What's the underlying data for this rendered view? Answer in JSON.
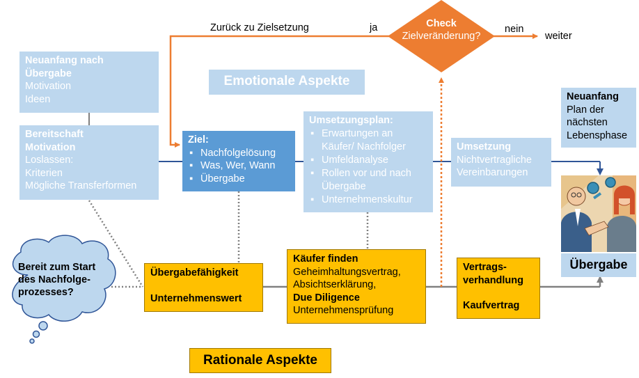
{
  "feedback": {
    "back_label": "Zurück zu Zielsetzung",
    "yes_label": "ja",
    "no_label": "nein",
    "continue_label": "weiter"
  },
  "check": {
    "title": "Check",
    "text": "Zielveränderung?"
  },
  "emotional_label": "Emotionale Aspekte",
  "rational_label": "Rationale Aspekte",
  "neuanfang_uebergabe": {
    "title": "Neuanfang nach Übergabe",
    "lines": [
      "Motivation",
      "Ideen"
    ]
  },
  "bereitschaft": {
    "title": "Bereitschaft Motivation",
    "lines": [
      "Loslassen:",
      "Kriterien",
      "Mögliche Transferformen"
    ]
  },
  "ziel": {
    "title": "Ziel:",
    "items": [
      "Nachfolgelösung",
      "Was, Wer, Wann",
      "Übergabe"
    ]
  },
  "umsetzungsplan": {
    "title": "Umsetzungsplan:",
    "items": [
      "Erwartungen an Käufer/ Nachfolger",
      "Umfeldanalyse",
      "Rollen vor und nach Übergabe",
      "Unternehmenskultur"
    ]
  },
  "umsetzung": {
    "title": "Umsetzung",
    "lines": [
      "Nichtvertragliche",
      "Vereinbarungen"
    ]
  },
  "neuanfang_plan": {
    "title": "Neuanfang",
    "lines": [
      "Plan der",
      "nächsten",
      "Lebensphase"
    ]
  },
  "uebergabe_label": "Übergabe",
  "cloud": {
    "text": "Bereit zum Start des Nachfolge-prozesses?"
  },
  "uebergabefaehigkeit": {
    "line1": "Übergabefähigkeit",
    "line2": "Unternehmenswert"
  },
  "kaeufer": {
    "title": "Käufer finden",
    "lines": [
      "Geheimhaltungsvertrag,",
      "Absichtserklärung,"
    ],
    "title2": "Due Diligence",
    "line3": "Unternehmensprüfung"
  },
  "vertrag": {
    "line1": "Vertrags-",
    "line2": "verhandlung",
    "line3": "Kaufvertrag"
  },
  "colors": {
    "orange": "#ed7d31",
    "light_blue": "#bdd7ee",
    "blue": "#5b9bd5",
    "navy": "#2f5597",
    "yellow": "#ffc000",
    "gray": "#808080"
  }
}
